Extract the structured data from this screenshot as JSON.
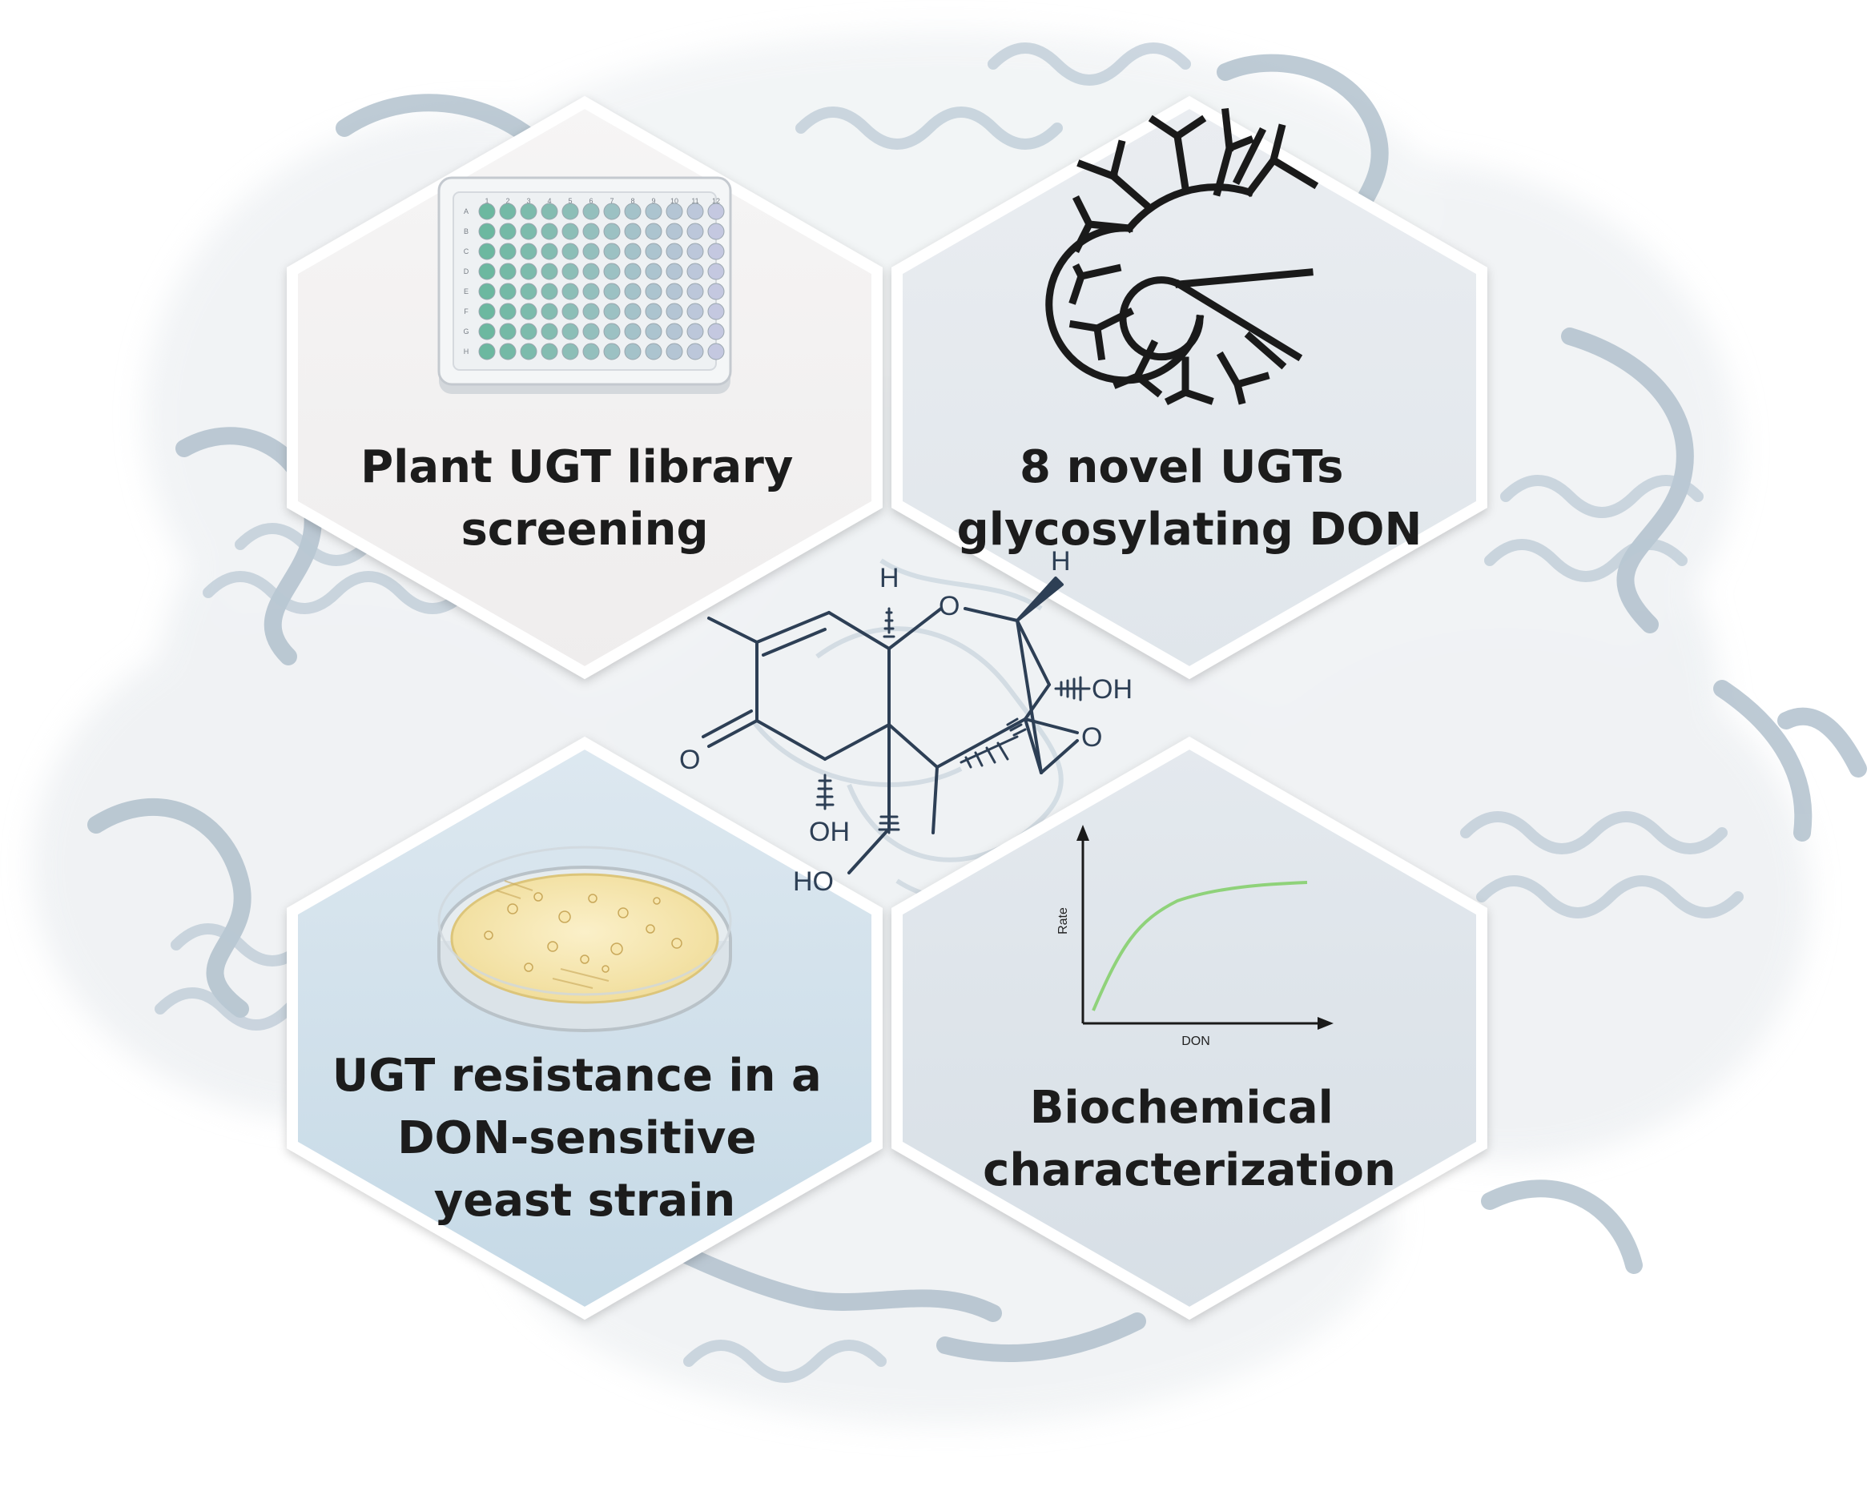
{
  "hexagons": [
    {
      "lines": [
        "Plant UGT library",
        "screening"
      ]
    },
    {
      "lines": [
        "8 novel UGTs",
        "glycosylating DON"
      ]
    },
    {
      "lines": [
        "UGT resistance in a",
        "DON-sensitive",
        "yeast strain"
      ]
    },
    {
      "lines": [
        "Biochemical",
        "characterization"
      ]
    }
  ],
  "molecule": {
    "labels": {
      "h_top": "H",
      "h_right": "H",
      "o_ring": "O",
      "oh_right": "OH",
      "o_epoxide": "O",
      "o_ketone": "O",
      "oh_bottom": "OH",
      "ho": "HO"
    }
  },
  "kinetics_plot": {
    "ylabel": "Rate",
    "xlabel": "DON"
  },
  "plate": {
    "columns": [
      "1",
      "2",
      "3",
      "4",
      "5",
      "6",
      "7",
      "8",
      "9",
      "10",
      "11",
      "12"
    ],
    "rows": [
      "A",
      "B",
      "C",
      "D",
      "E",
      "F",
      "G",
      "H"
    ]
  },
  "colors": {
    "hex_top_left": "#f4f2f2",
    "hex_top_right": "#e4e9ee",
    "hex_bottom_left": "#cfdfea",
    "hex_bottom_right": "#dde4ea",
    "hex_border": "#ffffff",
    "protein": "#b8c6d2",
    "curve": "#8fd27a"
  }
}
